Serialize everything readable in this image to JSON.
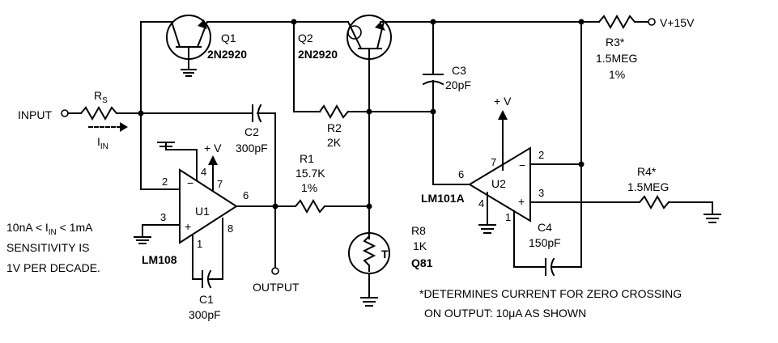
{
  "diagram": {
    "supply": "V+15V",
    "input_label": "INPUT",
    "output_label": "OUTPUT",
    "rs": {
      "name": "R",
      "sub": "S"
    },
    "iin": {
      "name": "I",
      "sub": "IN"
    },
    "q1": {
      "name": "Q1",
      "part": "2N2920"
    },
    "q2": {
      "name": "Q2",
      "part": "2N2920"
    },
    "c1": {
      "name": "C1",
      "value": "300pF"
    },
    "c2": {
      "name": "C2",
      "value": "300pF"
    },
    "c3": {
      "name": "C3",
      "value": "20pF"
    },
    "c4": {
      "name": "C4",
      "value": "150pF"
    },
    "r1": {
      "name": "R1",
      "value": "15.7K",
      "tol": "1%"
    },
    "r2": {
      "name": "R2",
      "value": "2K"
    },
    "r3": {
      "name": "R3*",
      "value": "1.5MEG",
      "tol": "1%"
    },
    "r4": {
      "name": "R4*",
      "value": "1.5MEG"
    },
    "r8": {
      "name": "R8",
      "value": "1K",
      "part": "Q81",
      "symbol": "T"
    },
    "u1": {
      "name": "U1",
      "part": "LM108",
      "pins": {
        "p2": "2",
        "p3": "3",
        "p4": "4",
        "p7": "7",
        "p6": "6",
        "p8": "8",
        "p1": "1"
      }
    },
    "u2": {
      "name": "U2",
      "part": "LM101A",
      "pins": {
        "p7": "7",
        "p6": "6",
        "p4": "4",
        "p1": "1",
        "p2": "2",
        "p3": "3"
      }
    },
    "vplus": "+ V",
    "sensitivity": {
      "line1_pre": "10nA < I",
      "line1_sub": "IN",
      "line1_post": " < 1mA",
      "line2": "SENSITIVITY IS",
      "line3": "1V PER DECADE."
    },
    "footnote": {
      "line1": "*DETERMINES CURRENT FOR ZERO CROSSING",
      "line2": "ON OUTPUT: 10μA AS SHOWN"
    }
  }
}
